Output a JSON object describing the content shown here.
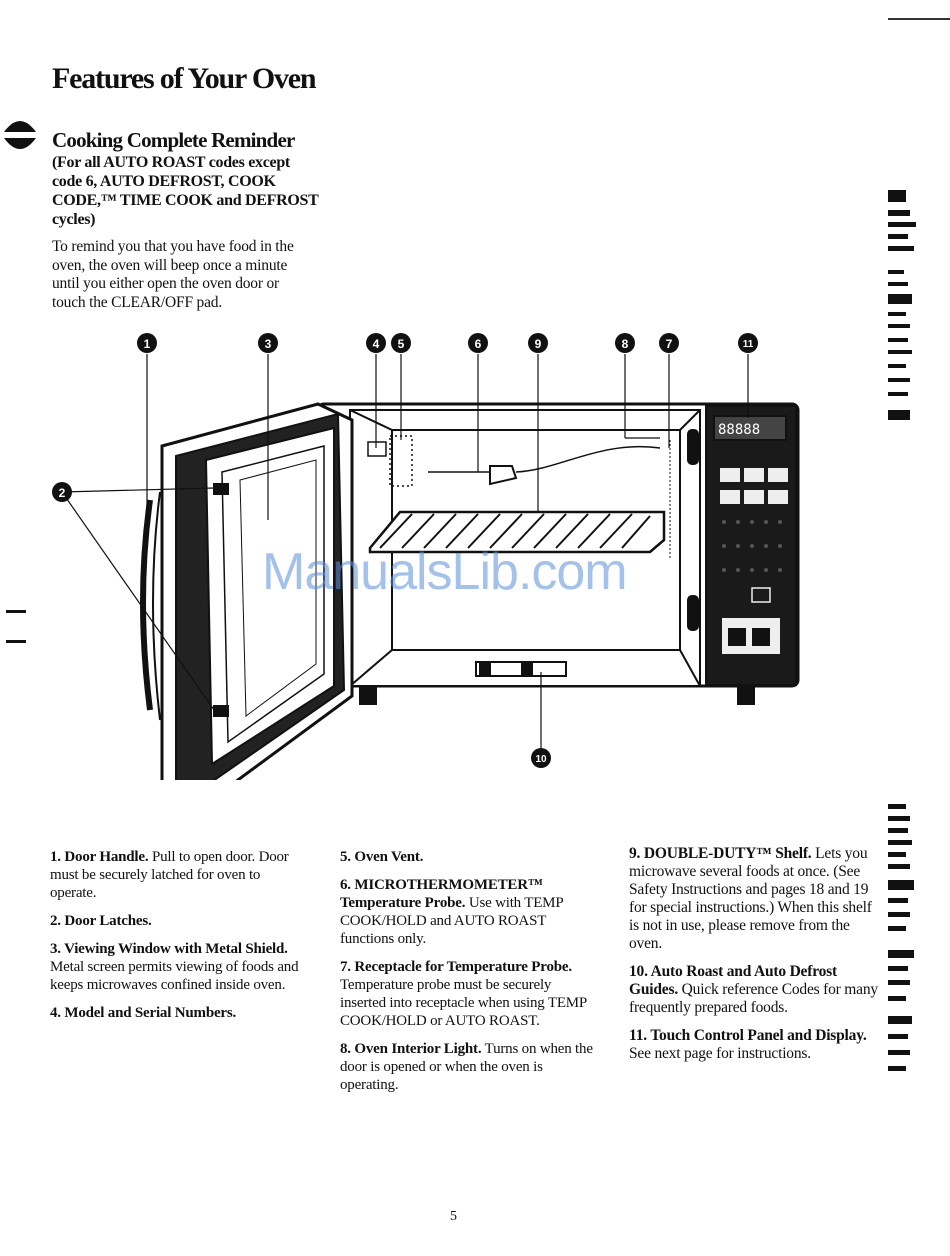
{
  "page": {
    "title": "Features of Your Oven",
    "page_number": "5",
    "watermark": "ManualsLib.com"
  },
  "reminder": {
    "heading": "Cooking Complete Reminder",
    "sub_lines": [
      "(For all AUTO ROAST codes except",
      "code 6, AUTO DEFROST, COOK",
      "CODE,™ TIME COOK and DEFROST",
      "cycles)"
    ],
    "body_lines": [
      "To remind you that you have food in the",
      "oven, the oven will beep once a minute",
      "until you either open the oven door or",
      "touch the CLEAR/OFF pad."
    ]
  },
  "diagram": {
    "callouts": [
      "1",
      "2",
      "3",
      "4",
      "5",
      "6",
      "7",
      "8",
      "9",
      "10",
      "11"
    ],
    "display_digits": "88888"
  },
  "features": {
    "f1": {
      "title": "1. Door Handle.",
      "text": " Pull to open door. Door must be securely latched for oven to operate."
    },
    "f2": {
      "title": "2. Door Latches.",
      "text": ""
    },
    "f3": {
      "title": "3. Viewing Window with Metal Shield.",
      "text": " Metal screen permits viewing of foods and keeps microwaves confined inside oven."
    },
    "f4": {
      "title": "4. Model and Serial Numbers.",
      "text": ""
    },
    "f5": {
      "title": "5. Oven Vent.",
      "text": ""
    },
    "f6": {
      "title": "6. MICROTHERMOMETER™ Temperature Probe.",
      "text": " Use with TEMP COOK/HOLD and AUTO ROAST functions only."
    },
    "f7": {
      "title": "7. Receptacle for Temperature Probe.",
      "text": " Temperature probe must be securely inserted into receptacle when using TEMP COOK/HOLD or AUTO ROAST."
    },
    "f8": {
      "title": "8. Oven Interior Light.",
      "text": " Turns on when the door is opened or when the oven is operating."
    },
    "f9": {
      "title": "9. DOUBLE-DUTY™ Shelf.",
      "text": " Lets you microwave several foods at once. (See Safety Instructions and pages 18 and 19 for special instructions.) When this shelf is not in use, please remove from the oven."
    },
    "f10": {
      "title": "10. Auto Roast and Auto Defrost Guides.",
      "text": " Quick reference Codes for many frequently prepared foods."
    },
    "f11": {
      "title": "11. Touch Control Panel and Display.",
      "text": " See next page for instructions."
    }
  }
}
